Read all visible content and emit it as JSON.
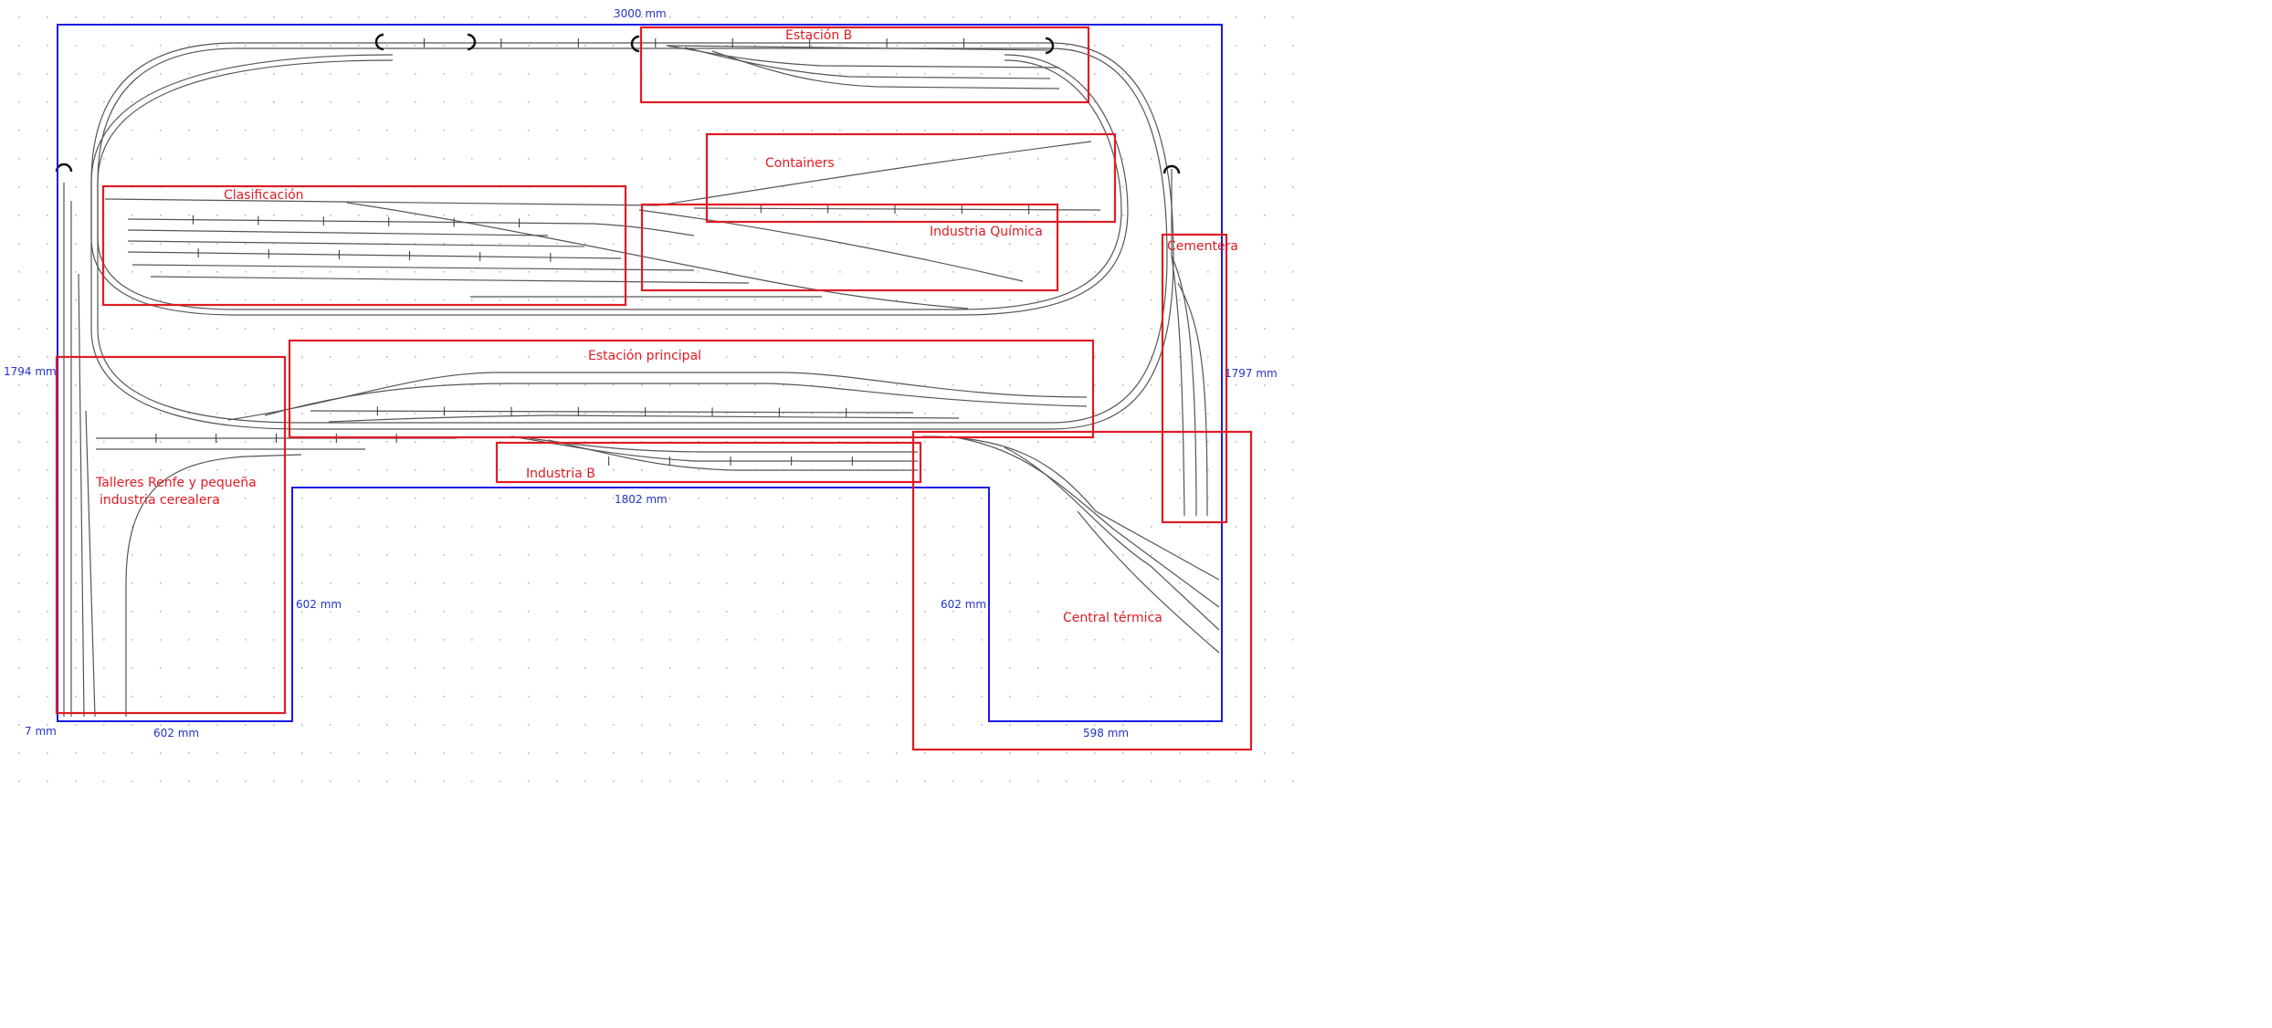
{
  "colors": {
    "background": "#ffffff",
    "grid_dot": "#b8b8b8",
    "board_outline": "#1a1ae6",
    "dimension_text": "#2233cc",
    "zone_outline": "#e01b24",
    "zone_text": "#e01b24",
    "track": "#555555"
  },
  "dimensions": {
    "top_width": "3000 mm",
    "left_height": "1794 mm",
    "right_height": "1797 mm",
    "inner_width": "1802 mm",
    "left_leg_height": "602 mm",
    "right_leg_height": "602 mm",
    "left_leg_width": "602 mm",
    "right_leg_width": "598 mm",
    "corner": "7 mm"
  },
  "zones": {
    "estacion_b": "Estación B",
    "containers": "Containers",
    "clasificacion": "Clasificación",
    "industria_quimica": "Industria Química",
    "cementera": "Cementera",
    "estacion_principal": "Estación principal",
    "industria_b": "Industria B",
    "talleres_line1": "Talleres Renfe y pequeña",
    "talleres_line2": "industria cerealera",
    "central_termica": "Central térmica"
  }
}
